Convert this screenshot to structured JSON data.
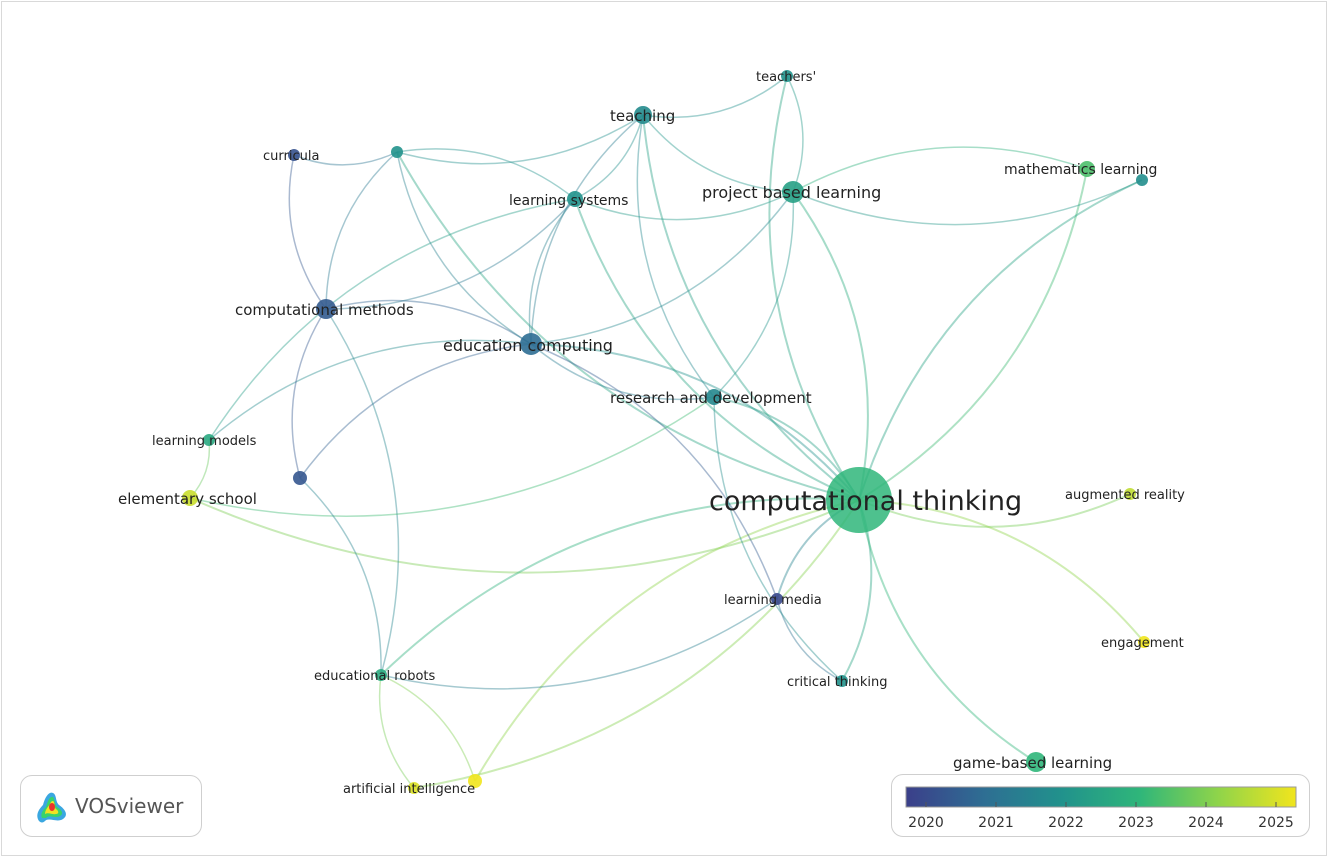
{
  "nodes": [
    {
      "id": "computational_thinking",
      "label": "computational thinking",
      "year": 2023.0
    },
    {
      "id": "education_computing",
      "label": "education computing",
      "year": 2021.0
    },
    {
      "id": "computational_methods",
      "label": "computational methods",
      "year": 2020.6
    },
    {
      "id": "teaching",
      "label": "teaching",
      "year": 2021.8
    },
    {
      "id": "project_based_learning",
      "label": "project based learning",
      "year": 2022.4
    },
    {
      "id": "learning_systems",
      "label": "learning systems",
      "year": 2022.0
    },
    {
      "id": "research_and_development",
      "label": "research and development",
      "year": 2021.7
    },
    {
      "id": "teachers",
      "label": "teachers'",
      "year": 2022.0
    },
    {
      "id": "curricula",
      "label": "curricula",
      "year": 2020.4
    },
    {
      "id": "unlabeled_node_a",
      "label": "",
      "year": 2022.0
    },
    {
      "id": "mathematics_learning",
      "label": "mathematics learning",
      "year": 2023.3
    },
    {
      "id": "unlabeled_node_b",
      "label": "",
      "year": 2021.9
    },
    {
      "id": "learning_models",
      "label": "learning models",
      "year": 2022.6
    },
    {
      "id": "elementary_school",
      "label": "elementary school",
      "year": 2024.6
    },
    {
      "id": "unlabeled_node_c",
      "label": "",
      "year": 2020.5
    },
    {
      "id": "augmented_reality",
      "label": "augmented reality",
      "year": 2024.5
    },
    {
      "id": "engagement",
      "label": "engagement",
      "year": 2025.0
    },
    {
      "id": "learning_media",
      "label": "learning media",
      "year": 2020.2
    },
    {
      "id": "critical_thinking",
      "label": "critical thinking",
      "year": 2022.0
    },
    {
      "id": "educational_robots",
      "label": "educational robots",
      "year": 2022.7
    },
    {
      "id": "game_based_learning",
      "label": "game-based learning",
      "year": 2023.0
    },
    {
      "id": "artificial_intelligence",
      "label": "artificial intelligence",
      "year": 2024.8
    },
    {
      "id": "unlabeled_node_d",
      "label": "",
      "year": 2025.0
    }
  ],
  "links": [
    [
      "computational_thinking",
      "education_computing"
    ],
    [
      "computational_thinking",
      "teaching"
    ],
    [
      "computational_thinking",
      "project_based_learning"
    ],
    [
      "computational_thinking",
      "learning_systems"
    ],
    [
      "computational_thinking",
      "research_and_development"
    ],
    [
      "computational_thinking",
      "teachers"
    ],
    [
      "computational_thinking",
      "mathematics_learning"
    ],
    [
      "computational_thinking",
      "unlabeled_node_b"
    ],
    [
      "computational_thinking",
      "augmented_reality"
    ],
    [
      "computational_thinking",
      "engagement"
    ],
    [
      "computational_thinking",
      "learning_media"
    ],
    [
      "computational_thinking",
      "critical_thinking"
    ],
    [
      "computational_thinking",
      "game_based_learning"
    ],
    [
      "computational_thinking",
      "elementary_school"
    ],
    [
      "computational_thinking",
      "educational_robots"
    ],
    [
      "computational_thinking",
      "artificial_intelligence"
    ],
    [
      "computational_thinking",
      "unlabeled_node_d"
    ],
    [
      "computational_thinking",
      "unlabeled_node_a"
    ],
    [
      "education_computing",
      "computational_methods"
    ],
    [
      "education_computing",
      "teaching"
    ],
    [
      "education_computing",
      "project_based_learning"
    ],
    [
      "education_computing",
      "learning_systems"
    ],
    [
      "education_computing",
      "research_and_development"
    ],
    [
      "education_computing",
      "unlabeled_node_a"
    ],
    [
      "education_computing",
      "unlabeled_node_c"
    ],
    [
      "education_computing",
      "learning_media"
    ],
    [
      "education_computing",
      "learning_models"
    ],
    [
      "computational_methods",
      "curricula"
    ],
    [
      "computational_methods",
      "learning_systems"
    ],
    [
      "computational_methods",
      "unlabeled_node_a"
    ],
    [
      "computational_methods",
      "unlabeled_node_c"
    ],
    [
      "computational_methods",
      "educational_robots"
    ],
    [
      "teaching",
      "teachers"
    ],
    [
      "teaching",
      "unlabeled_node_a"
    ],
    [
      "teaching",
      "project_based_learning"
    ],
    [
      "teaching",
      "learning_systems"
    ],
    [
      "teaching",
      "research_and_development"
    ],
    [
      "project_based_learning",
      "learning_systems"
    ],
    [
      "project_based_learning",
      "teachers"
    ],
    [
      "project_based_learning",
      "mathematics_learning"
    ],
    [
      "project_based_learning",
      "unlabeled_node_b"
    ],
    [
      "project_based_learning",
      "research_and_development"
    ],
    [
      "curricula",
      "unlabeled_node_a"
    ],
    [
      "unlabeled_node_a",
      "learning_systems"
    ],
    [
      "learning_systems",
      "learning_models"
    ],
    [
      "learning_models",
      "elementary_school"
    ],
    [
      "elementary_school",
      "research_and_development"
    ],
    [
      "unlabeled_node_c",
      "educational_robots"
    ],
    [
      "learning_media",
      "critical_thinking"
    ],
    [
      "learning_media",
      "educational_robots"
    ],
    [
      "educational_robots",
      "artificial_intelligence"
    ],
    [
      "educational_robots",
      "unlabeled_node_d"
    ],
    [
      "research_and_development",
      "critical_thinking"
    ]
  ],
  "legend": {
    "ticks": [
      "2020",
      "2021",
      "2022",
      "2023",
      "2024",
      "2025"
    ],
    "colors": [
      "#3b3f8a",
      "#2e6e93",
      "#21928c",
      "#2fb67a",
      "#8fd44a",
      "#f1e51d"
    ]
  },
  "branding": {
    "name": "VOSviewer",
    "logo_icon": "vosviewer-density-logo-icon"
  }
}
